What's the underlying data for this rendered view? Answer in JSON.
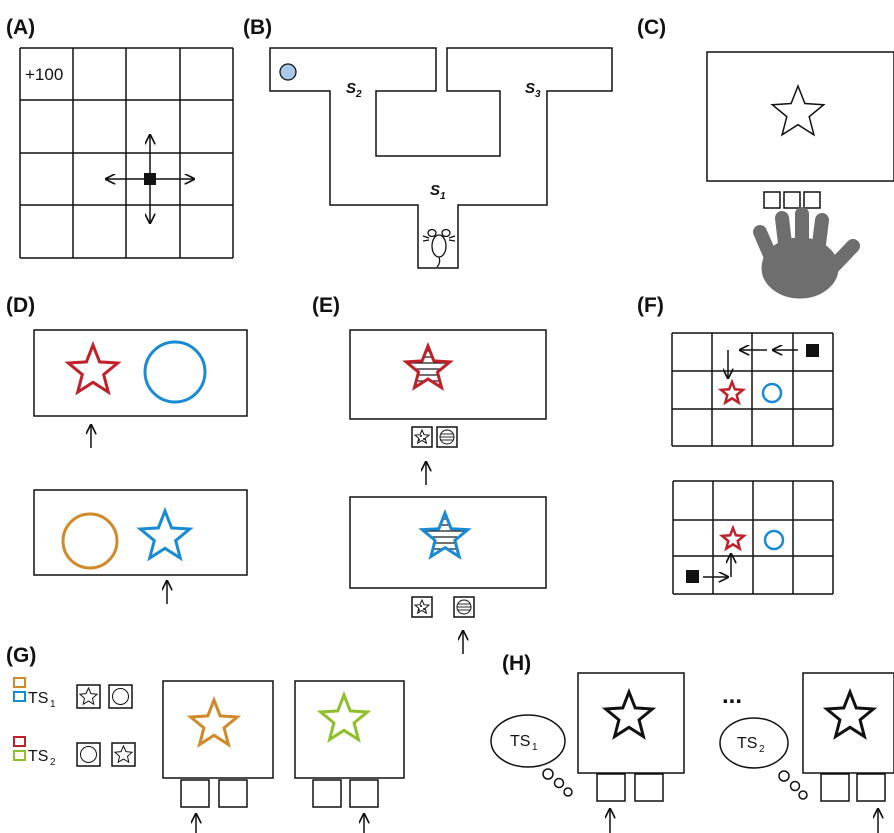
{
  "panels": {
    "a": {
      "label": "(A)",
      "reward": "+100"
    },
    "b": {
      "label": "(B)",
      "state1": "S",
      "state1_sub": "1",
      "state2": "S",
      "state2_sub": "2",
      "state3": "S",
      "state3_sub": "3"
    },
    "c": {
      "label": "(C)"
    },
    "d": {
      "label": "(D)"
    },
    "e": {
      "label": "(E)"
    },
    "f": {
      "label": "(F)"
    },
    "g": {
      "label": "(G)",
      "ts1": "TS",
      "ts1_sub": "1",
      "ts2": "TS",
      "ts2_sub": "2"
    },
    "h": {
      "label": "(H)",
      "ts1": "TS",
      "ts1_sub": "1",
      "ts2": "TS",
      "ts2_sub": "2",
      "ellipsis": "..."
    }
  },
  "colors": {
    "red": "#c0202a",
    "blue": "#1a8ad4",
    "orange": "#d08a2a",
    "green": "#8fbf2a",
    "gray": "#6e6e6e",
    "light_blue": "#a9c9e8"
  },
  "icons": [
    "star-icon",
    "circle-icon",
    "hand-icon",
    "mouse-icon",
    "arrow-icon",
    "thought-bubble-icon"
  ]
}
